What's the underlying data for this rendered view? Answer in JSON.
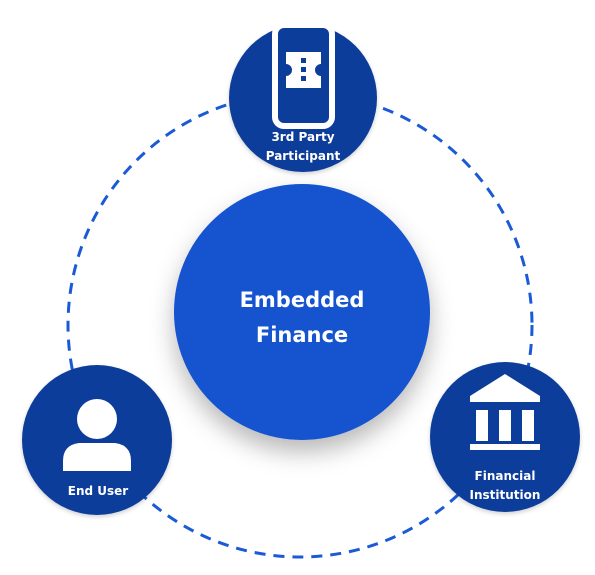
{
  "center": {
    "line1": "Embedded",
    "line2": "Finance"
  },
  "nodes": {
    "third_party": {
      "line1": "3rd Party",
      "line2": "Participant",
      "icon": "mobile-phone-ticket-icon"
    },
    "end_user": {
      "line1": "End User",
      "icon": "user-person-icon"
    },
    "financial_institution": {
      "line1": "Financial",
      "line2": "Institution",
      "icon": "bank-building-icon"
    }
  },
  "colors": {
    "node_fill": "#0d3d9a",
    "center_fill": "#1452cf",
    "ring_stroke": "#1a5ad6",
    "text": "#ffffff"
  }
}
